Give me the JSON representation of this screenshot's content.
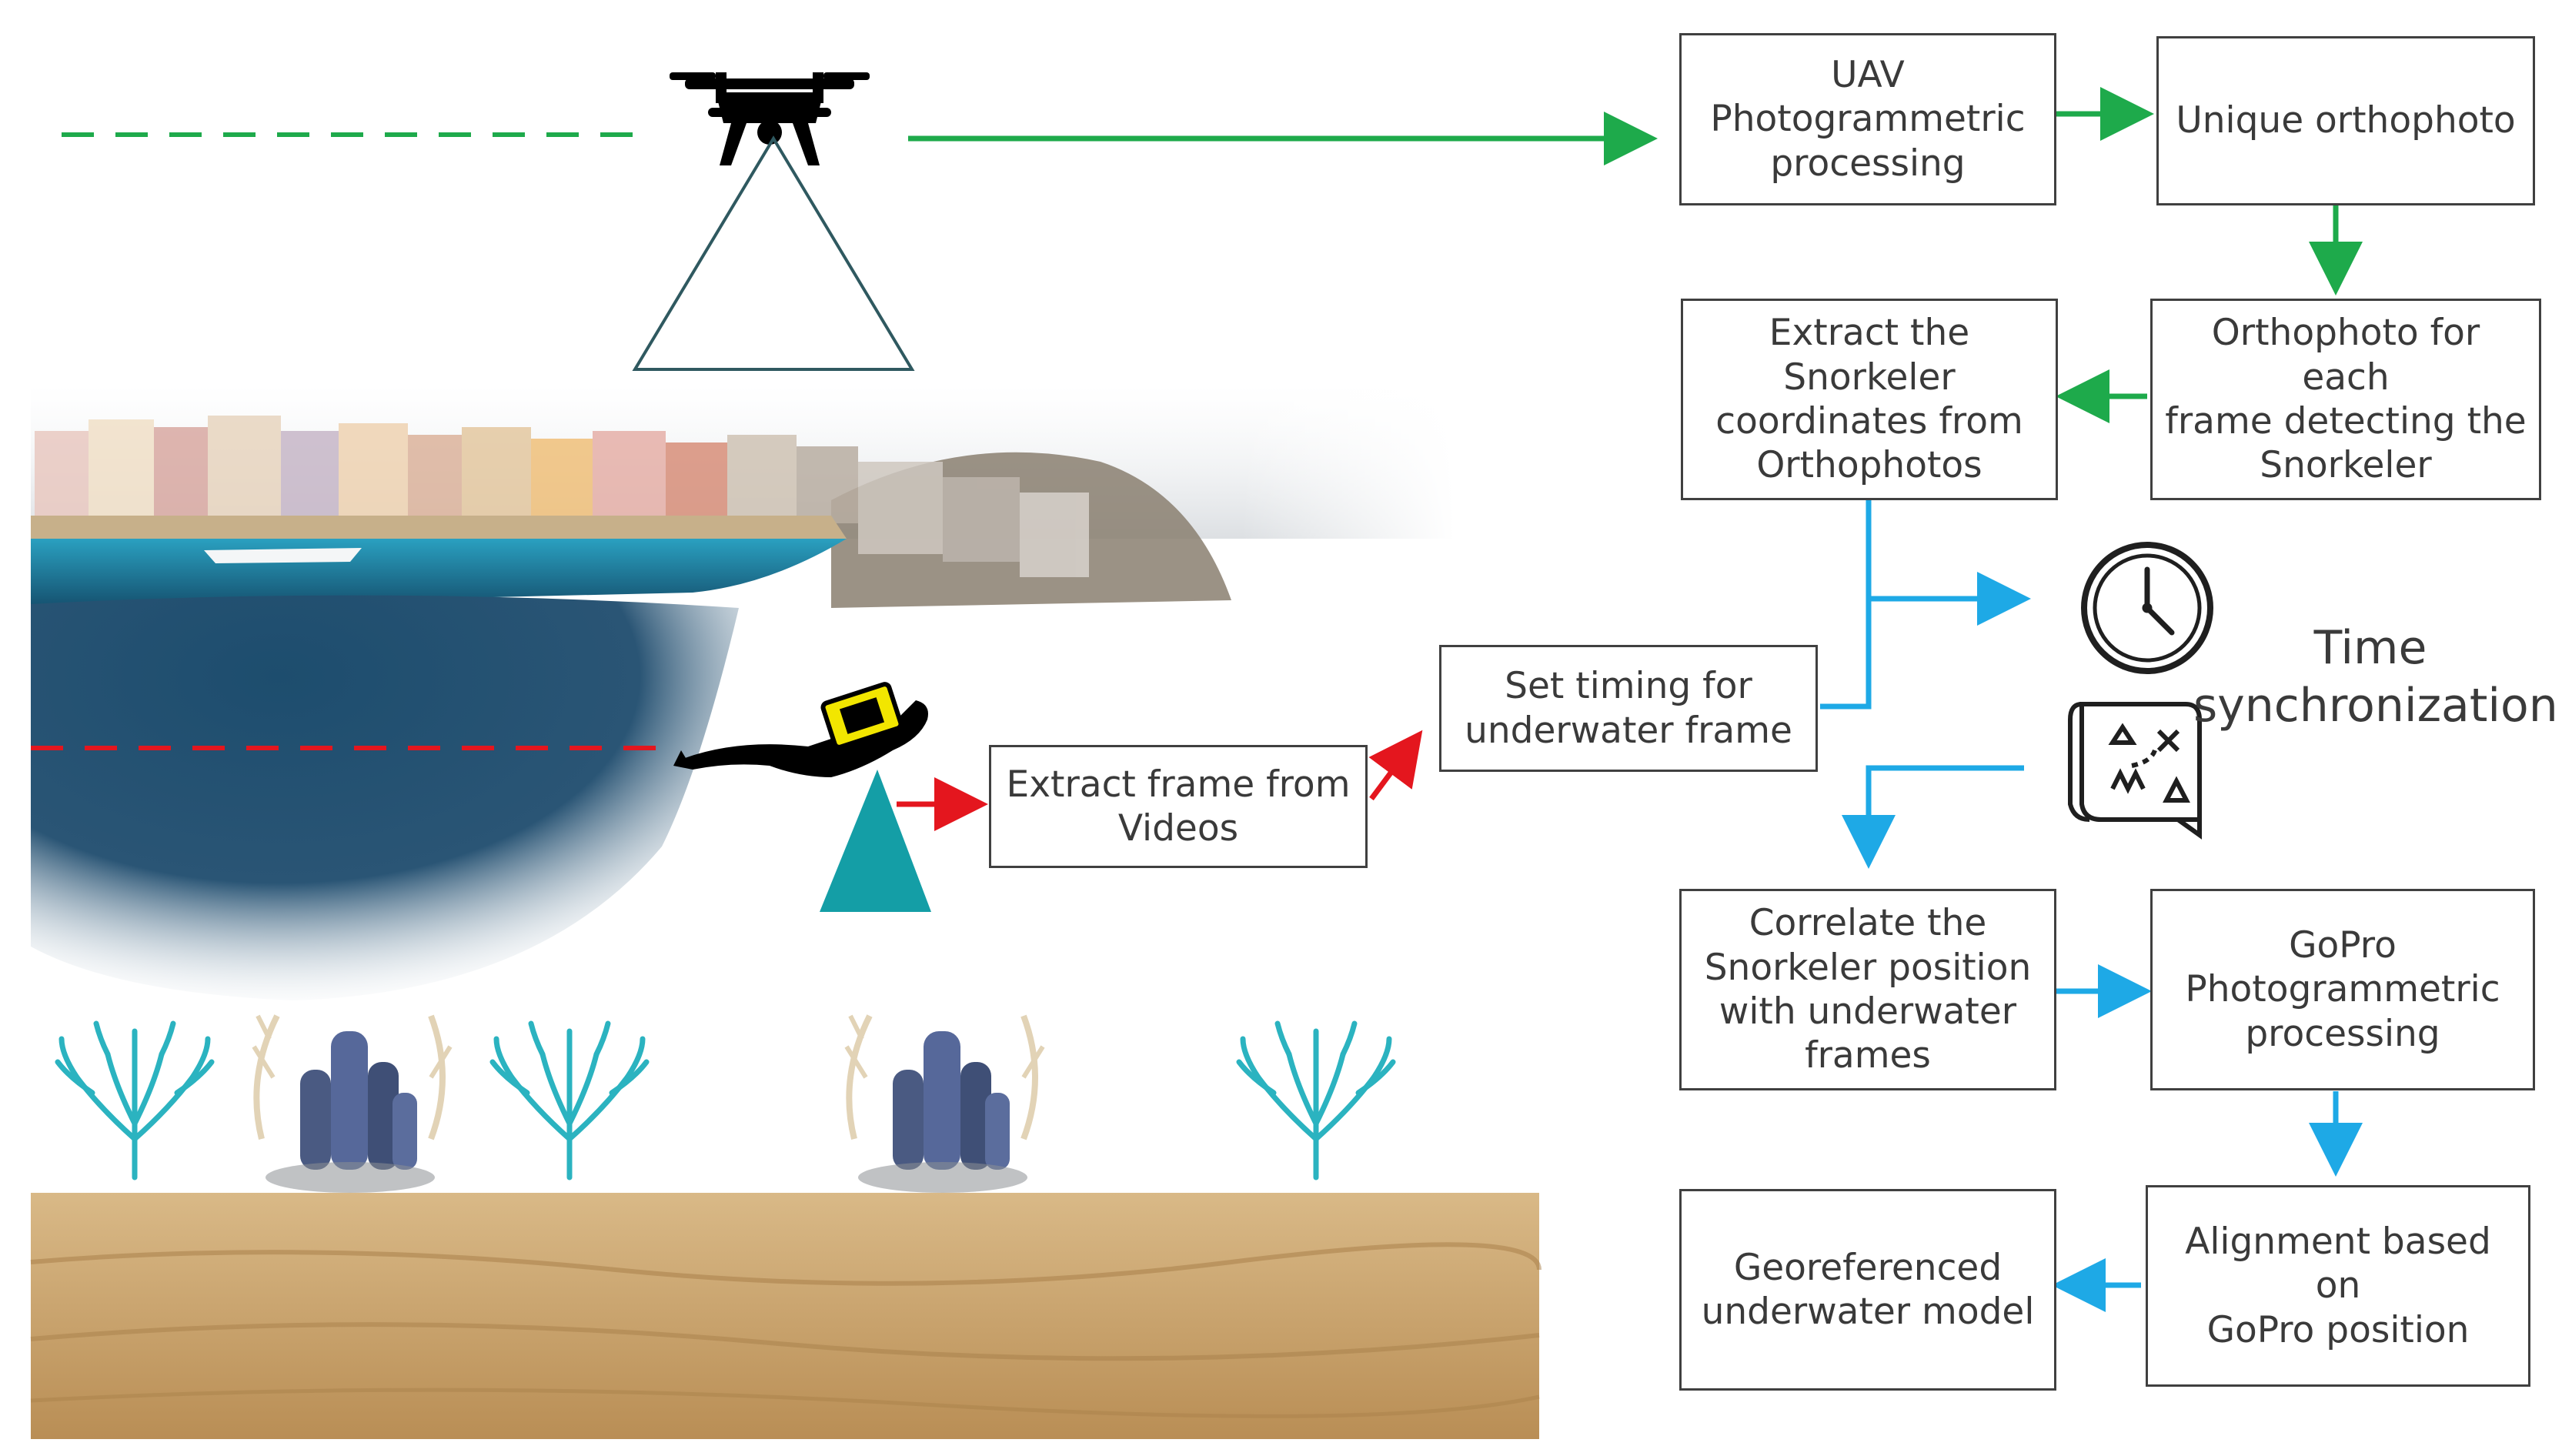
{
  "colors": {
    "uav_flow": "#1eaa4b",
    "underwater_flow": "#e4161e",
    "sync_flow": "#1ea9e6",
    "box_border": "#404040",
    "text": "#3a3a3a",
    "sea": "#1f7fa0",
    "deep_sea": "#1a3f5c",
    "sand": "#c9a36b",
    "coral": "#2bb3c0",
    "camera_cone": "#149ea6"
  },
  "icons": [
    "drone-icon",
    "camera-footprint-triangle",
    "snorkeler-icon",
    "gopro-camera-icon",
    "clock-icon",
    "map-icon",
    "coral-icon",
    "sponge-icon"
  ],
  "boxes": {
    "uav_processing": "UAV\nPhotogrammetric\nprocessing",
    "unique_orthophoto": "Unique orthophoto",
    "orthophoto_each_frame": "Orthophoto for each\nframe detecting the\nSnorkeler",
    "extract_coordinates": "Extract the\nSnorkeler\ncoordinates from\nOrthophotos",
    "extract_frame": "Extract frame from\nVideos",
    "set_timing": "Set timing for\nunderwater frame",
    "correlate": "Correlate the\nSnorkeler position\nwith underwater\nframes",
    "gopro_processing": "GoPro\nPhotogrammetric\nprocessing",
    "alignment": "Alignment based on\nGoPro position",
    "georeferenced": "Georeferenced\nunderwater model"
  },
  "time_sync_label": "Time\nsynchronization"
}
